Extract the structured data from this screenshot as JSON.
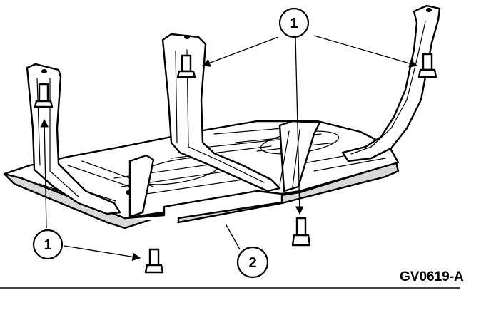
{
  "diagram": {
    "callouts": [
      {
        "id": "bolt-top",
        "label": "1"
      },
      {
        "id": "bolt-left",
        "label": "1"
      },
      {
        "id": "skid-plate",
        "label": "2"
      }
    ],
    "figure_code": "GV0619-A",
    "colors": {
      "line": "#000000",
      "fill": "#ffffff",
      "shade": "#dcdcdc"
    }
  }
}
